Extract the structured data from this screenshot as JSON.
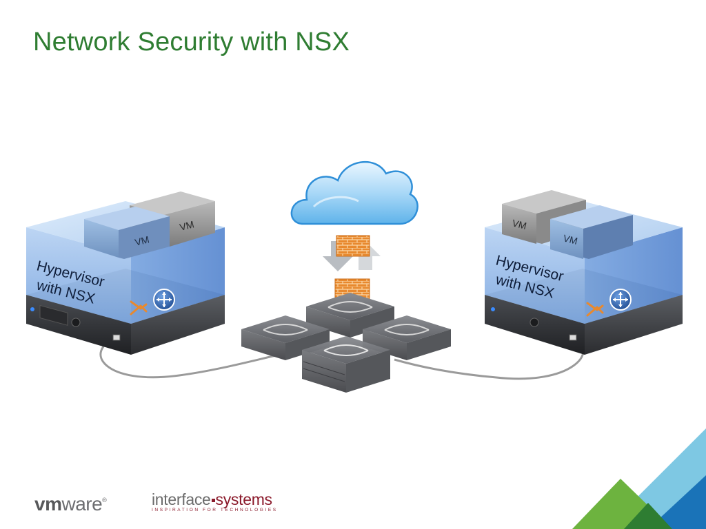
{
  "slide": {
    "title": "Network Security with NSX"
  },
  "left_host": {
    "label_line1": "Hypervisor",
    "label_line2": "with NSX",
    "vm_front": "VM",
    "vm_back": "VM"
  },
  "right_host": {
    "label_line1": "Hypervisor",
    "label_line2": "with NSX",
    "vm_front": "VM",
    "vm_back": "VM"
  },
  "logos": {
    "vmware_bold": "vm",
    "vmware_rest": "ware",
    "vmware_mark": "®",
    "interface_left": "interface",
    "interface_right": "systems",
    "interface_tagline": "INSPIRATION FOR TECHNOLOGIES"
  },
  "colors": {
    "title": "#2f7d32",
    "host_blue": "#8fb6e8",
    "firewall_orange": "#e8892e",
    "triangle_green_dark": "#2e7d32",
    "triangle_green": "#6db33f",
    "triangle_blue": "#1a73b8",
    "triangle_light_blue": "#7ec8e3"
  },
  "icons": [
    "cloud-icon",
    "firewall-icon",
    "switch-icon",
    "router-icon",
    "server-icon"
  ]
}
